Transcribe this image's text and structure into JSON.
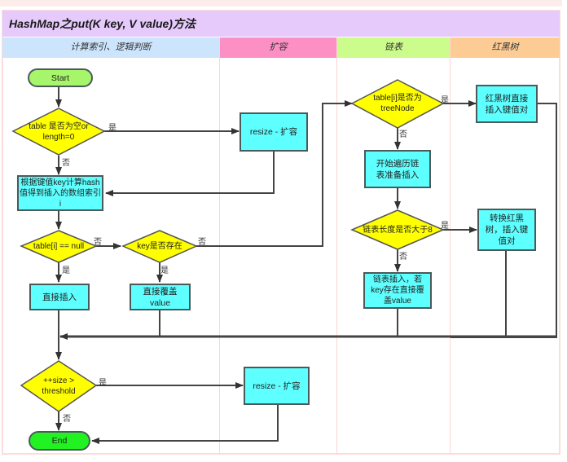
{
  "title": "HashMap之put(K key, V value)方法",
  "lanes": [
    {
      "label": "计算索引、逻辑判断",
      "color": "#cce4fc"
    },
    {
      "label": "扩容",
      "color": "#fc8fc4"
    },
    {
      "label": "链表",
      "color": "#ccfc8c"
    },
    {
      "label": "红黑树",
      "color": "#fccc94"
    }
  ],
  "nodes": {
    "start": "Start",
    "check_table": "table 是否为空or length=0",
    "resize1": "resize - 扩容",
    "calc_index": "根据键值key计算hash值得到插入的数组索引i",
    "table_null": "table[i] == null",
    "key_exists": "key是否存在",
    "insert_direct": "直接插入",
    "overwrite": "直接覆盖value",
    "is_treenode": "table[i]是否为treeNode",
    "rb_insert": "红黑树直接插入键值对",
    "traverse_list": "开始遍历链表准备插入",
    "list_len": "链表长度是否大于8",
    "convert_rb": "转换红黑树，插入键值对",
    "list_insert": "链表插入，若key存在直接覆盖value",
    "size_check": "++size > threshold",
    "resize2": "resize - 扩容",
    "end": "End"
  },
  "edge_labels": {
    "yes": "是",
    "no": "否"
  },
  "colors": {
    "process": "#5effff",
    "decision": "#ffff00",
    "start": "#a6f56a",
    "end": "#22f222",
    "title_bg": "#e6cafc"
  }
}
